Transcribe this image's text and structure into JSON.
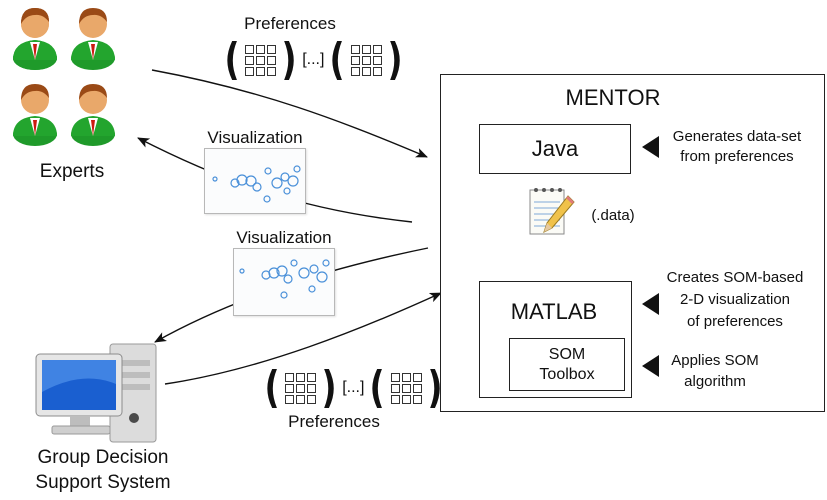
{
  "experts": {
    "label": "Experts"
  },
  "gdss": {
    "label_line1": "Group Decision",
    "label_line2": "Support System"
  },
  "preferences_top": {
    "label": "Preferences",
    "ellipsis": "[...]"
  },
  "preferences_bottom": {
    "label": "Preferences",
    "ellipsis": "[...]"
  },
  "visualization_top": {
    "label": "Visualization"
  },
  "visualization_bottom": {
    "label": "Visualization"
  },
  "mentor": {
    "title": "MENTOR",
    "java": "Java",
    "data_file": "(.data)",
    "matlab": "MATLAB",
    "som_line1": "SOM",
    "som_line2": "Toolbox"
  },
  "notes": {
    "java_line1": "Generates data-set",
    "java_line2": "from preferences",
    "matlab_line1": "Creates SOM-based",
    "matlab_line2": "2-D visualization",
    "matlab_line3": "of preferences",
    "som_line1": "Applies SOM",
    "som_line2": "algorithm"
  },
  "colors": {
    "skin": "#e9a86a",
    "hair": "#9a4a16",
    "shirt": "#1f9a2a",
    "tie": "#cc1a10",
    "monitor": "#1a5fd0",
    "point": "#4a90d9"
  }
}
